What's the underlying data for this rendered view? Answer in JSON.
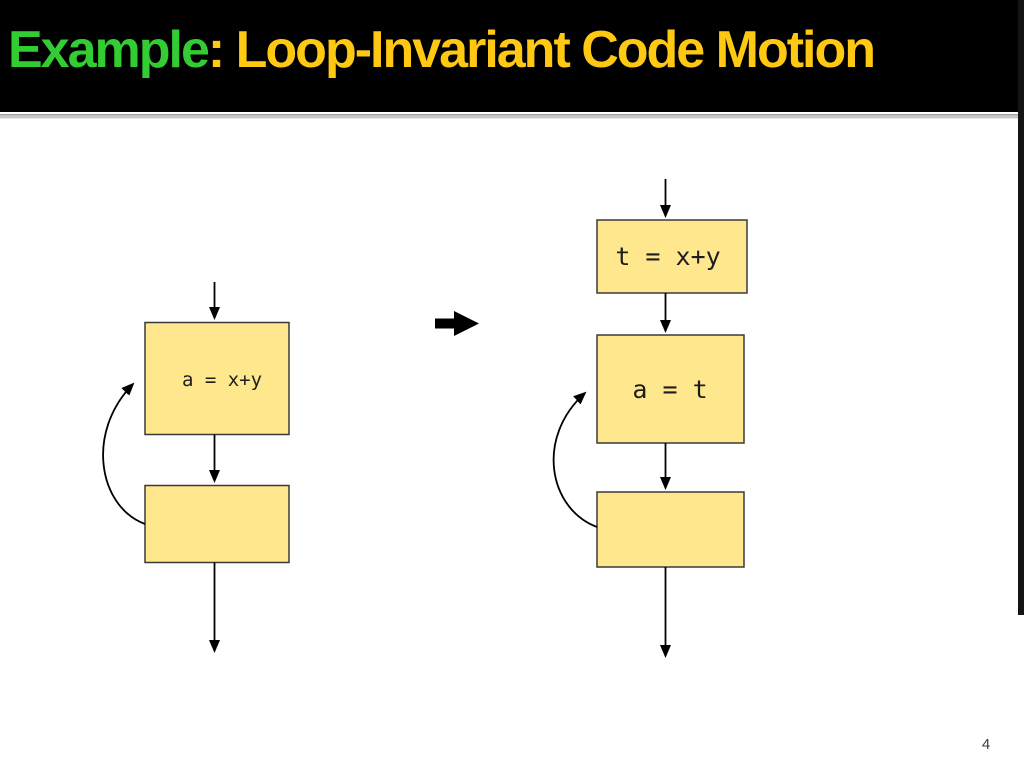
{
  "slide": {
    "title": {
      "highlight": "Example",
      "rest": ": Loop-Invariant Code Motion"
    },
    "page_number": "4"
  },
  "colors": {
    "header_background": "#000000",
    "title_highlight": "#33CC33",
    "title_rest": "#FFC913",
    "box_fill": "#FFE78E",
    "box_border": "#3A3A3A",
    "connector_line": "#000000",
    "transform_arrow": "#000000"
  },
  "diagram": {
    "before": {
      "boxes": [
        {
          "label": "a = x+y"
        },
        {
          "label": ""
        }
      ]
    },
    "transform_arrow_icon": "right-arrow",
    "after": {
      "boxes": [
        {
          "label": "t = x+y"
        },
        {
          "label": "a = t"
        },
        {
          "label": ""
        }
      ]
    }
  }
}
